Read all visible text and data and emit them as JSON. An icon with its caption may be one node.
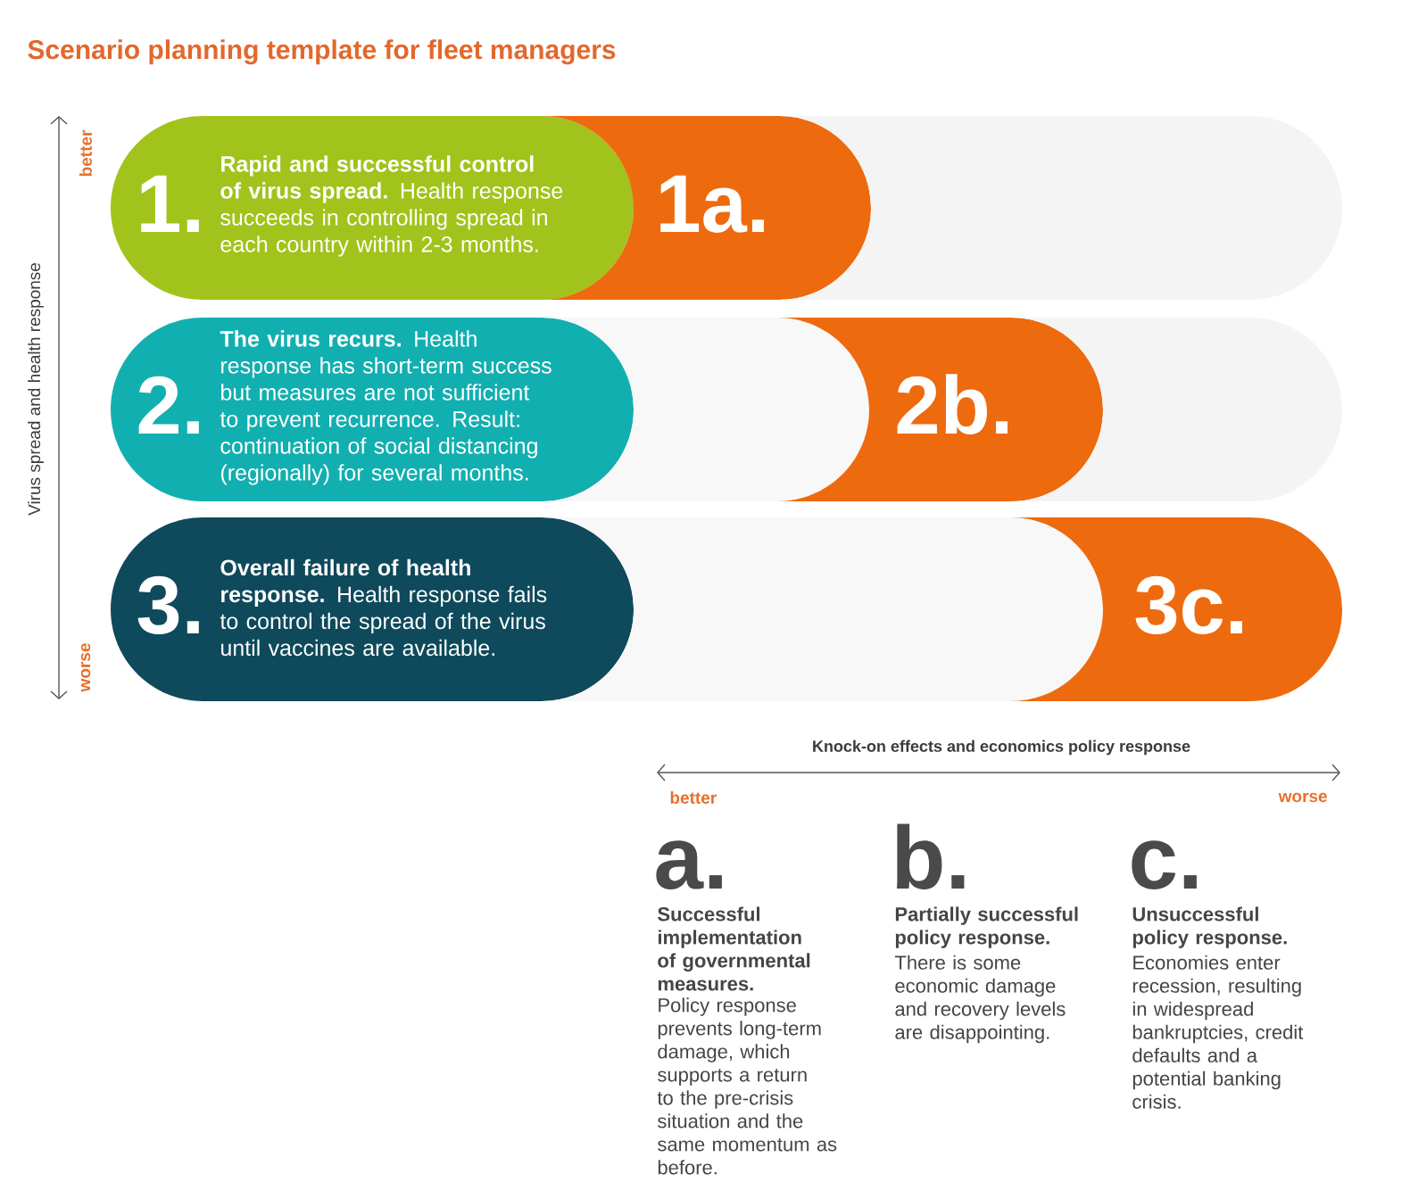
{
  "diagram": {
    "title": "Scenario planning template for fleet managers",
    "nodes": [
      {
        "text": [
          "1.",
          "**Rapid and successful control of virus spread.** Health response succeeds in controlling spread in each country within 2-3 months."
        ]
      },
      {
        "text": [
          "1a."
        ]
      },
      {
        "text": [
          "2.",
          "**The virus recurs.** Health response has short-term success but measures are not sufficient to prevent recurrence. Result: continuation of social distancing (regionally) for several months."
        ]
      },
      {
        "text": [
          "2b."
        ]
      },
      {
        "text": [
          "3.",
          "**Overall failure of health response.** Health response fails to control the spread of the virus until vaccines are available."
        ]
      },
      {
        "text": [
          "3c."
        ]
      }
    ],
    "labels": [
      "better",
      "Virus spread and health response",
      "worse",
      "Knock-on effects and economics policy response",
      "better",
      "worse",
      "a.",
      "Successful implementation of governmental measures.",
      "Policy response prevents long-term damage, which supports a return to the pre-crisis situation and the same momentum as before.",
      "b.",
      "Partially successful policy response.",
      "There is some economic damage and recovery levels are disappointing.",
      "c.",
      "Unsuccessful policy response.",
      "Economies enter recession, resulting in widespread bankruptcies, credit defaults and a potential banking crisis."
    ]
  }
}
